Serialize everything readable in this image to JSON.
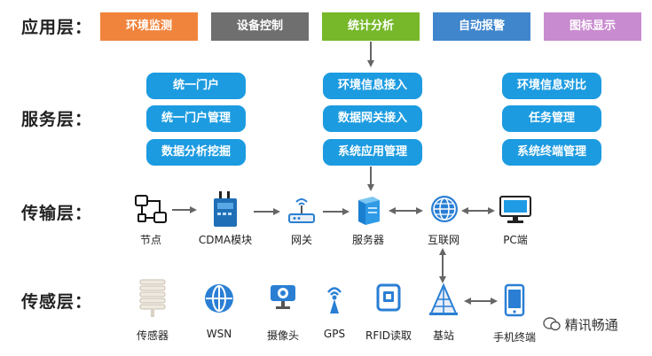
{
  "layers": {
    "app": "应用层：",
    "service": "服务层：",
    "transport": "传输层：",
    "sensing": "传感层："
  },
  "app_buttons": [
    {
      "label": "环境监测",
      "color": "#f0843d"
    },
    {
      "label": "设备控制",
      "color": "#6f6f6f"
    },
    {
      "label": "统计分析",
      "color": "#76b82a"
    },
    {
      "label": "自动报警",
      "color": "#3f86cc"
    },
    {
      "label": "图标显示",
      "color": "#c98bd0"
    }
  ],
  "service_columns": [
    [
      "统一门户",
      "统一门户管理",
      "数据分析挖掘"
    ],
    [
      "环境信息接入",
      "数据网关接入",
      "系统应用管理"
    ],
    [
      "环境信息对比",
      "任务管理",
      "系统终端管理"
    ]
  ],
  "transport_nodes": [
    {
      "label": "节点",
      "icon": "node-icon"
    },
    {
      "label": "CDMA模块",
      "icon": "cdma-module-icon"
    },
    {
      "label": "网关",
      "icon": "gateway-icon"
    },
    {
      "label": "服务器",
      "icon": "server-icon"
    },
    {
      "label": "互联网",
      "icon": "internet-icon"
    },
    {
      "label": "PC端",
      "icon": "pc-icon"
    }
  ],
  "sensing_nodes": [
    {
      "label": "传感器",
      "icon": "sensor-icon"
    },
    {
      "label": "WSN",
      "icon": "wsn-icon"
    },
    {
      "label": "摄像头",
      "icon": "camera-icon"
    },
    {
      "label": "GPS",
      "icon": "gps-icon"
    },
    {
      "label": "RFID读取",
      "icon": "rfid-icon"
    },
    {
      "label": "基站",
      "icon": "base-station-icon"
    },
    {
      "label": "手机终端",
      "icon": "mobile-icon"
    }
  ],
  "watermark": "精讯畅通",
  "colors": {
    "service_blue": "#1c9be0",
    "arrow_gray": "#666666",
    "icon_blue": "#2a7fd4"
  }
}
